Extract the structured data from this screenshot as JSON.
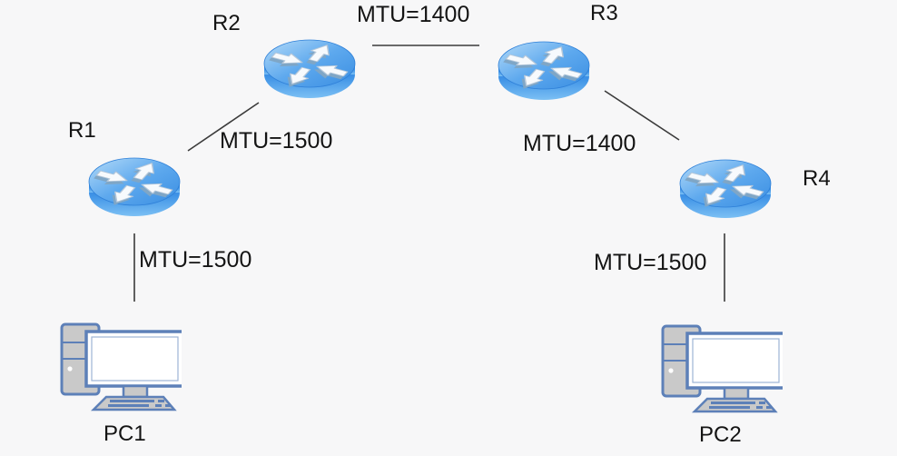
{
  "diagram": {
    "type": "network-topology",
    "background": "#f7f7f8"
  },
  "nodes": {
    "r1": {
      "label": "R1",
      "type": "router",
      "icon": "router-icon"
    },
    "r2": {
      "label": "R2",
      "type": "router",
      "icon": "router-icon"
    },
    "r3": {
      "label": "R3",
      "type": "router",
      "icon": "router-icon"
    },
    "r4": {
      "label": "R4",
      "type": "router",
      "icon": "router-icon"
    },
    "pc1": {
      "label": "PC1",
      "type": "desktop-pc",
      "icon": "desktop-pc-icon"
    },
    "pc2": {
      "label": "PC2",
      "type": "desktop-pc",
      "icon": "desktop-pc-icon"
    }
  },
  "links": [
    {
      "from": "PC1",
      "to": "R1",
      "label": "MTU=1500"
    },
    {
      "from": "R1",
      "to": "R2",
      "label": "MTU=1500"
    },
    {
      "from": "R2",
      "to": "R3",
      "label": "MTU=1400"
    },
    {
      "from": "R3",
      "to": "R4",
      "label": "MTU=1400"
    },
    {
      "from": "R4",
      "to": "PC2",
      "label": "MTU=1500"
    }
  ],
  "colors": {
    "router_blue_light": "#a9d5f7",
    "router_blue": "#3c8fe3",
    "router_blue_dark": "#2a7ad6",
    "router_arrow_white": "#f7fafd",
    "pc_outline_blue": "#5d80b8",
    "pc_fill_gray": "#c9c9c9",
    "line_color": "#3b3b3b",
    "text_color": "#141414",
    "background": "#f7f7f8"
  }
}
